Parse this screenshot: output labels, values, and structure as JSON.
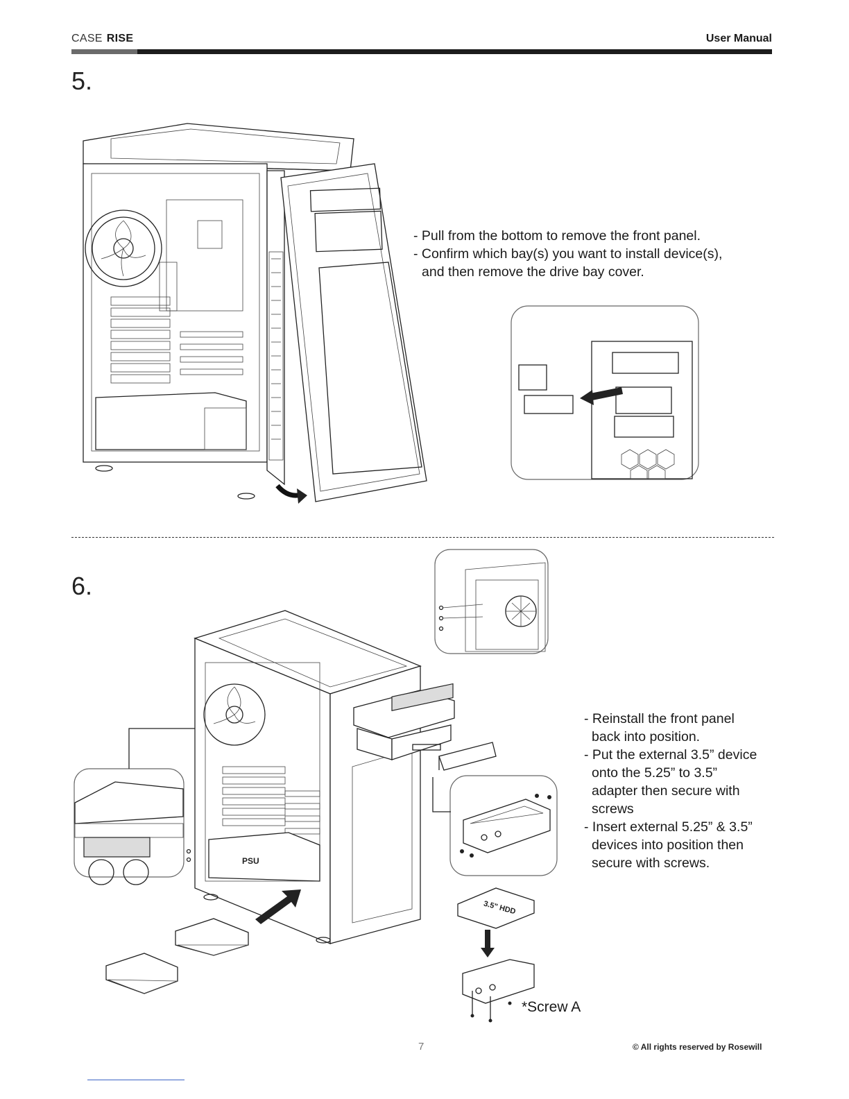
{
  "header": {
    "brand_light": "CASE",
    "brand_bold": "RISE",
    "doc_type": "User Manual"
  },
  "step5": {
    "number": "5.",
    "instructions": [
      "- Pull from the bottom to remove the front panel.",
      "- Confirm which bay(s) you want to install device(s),",
      "and then remove the drive bay cover."
    ]
  },
  "step6": {
    "number": "6.",
    "instructions": [
      "- Reinstall the front panel",
      "back into position.",
      "- Put the external 3.5” device",
      "onto the 5.25” to 3.5”",
      "adapter then secure with",
      "screws",
      "- Insert external 5.25” & 3.5”",
      "devices into position then",
      "secure with screws."
    ],
    "screw_label": "*Screw A",
    "psu_label": "PSU",
    "hdd_label": "3.5\" HDD"
  },
  "footer": {
    "page_number": "7",
    "copyright": "© All rights reserved by Rosewill"
  }
}
